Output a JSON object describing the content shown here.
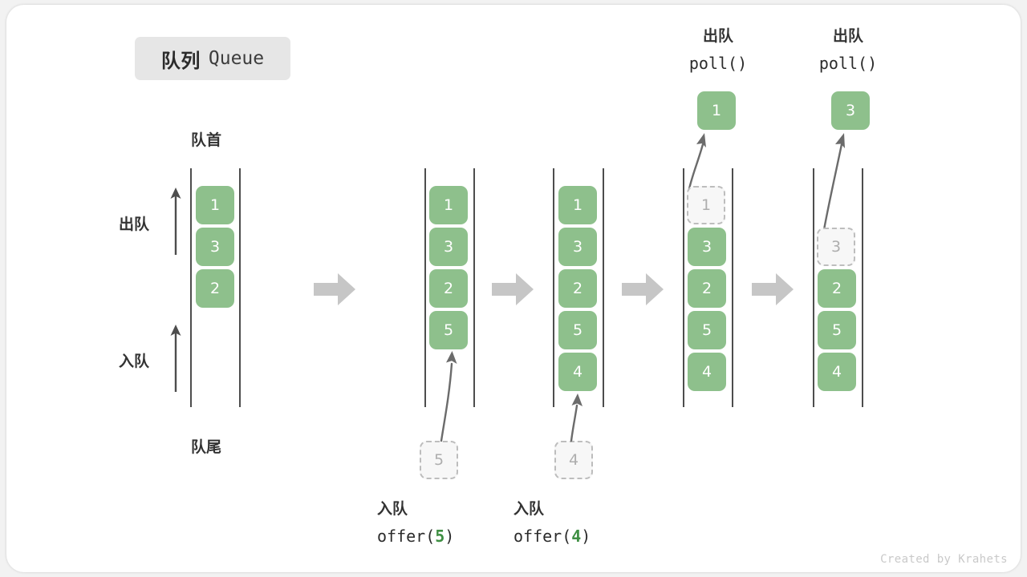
{
  "title": {
    "cn": "队列",
    "en": "Queue"
  },
  "labels": {
    "front": "队首",
    "rear": "队尾",
    "dequeue": "出队",
    "enqueue": "入队"
  },
  "footer": "Created by Krahets",
  "colors": {
    "element": "#8ec08c",
    "ghost_fill": "#f7f7f7",
    "ghost_border": "#bdbdbd",
    "rail": "#4d4d4d",
    "flow_arrow": "#c6c6c6",
    "motion_arrow": "#6b6b6b",
    "accent_text": "#3f8f43",
    "chip_bg": "#e6e6e6"
  },
  "stages": [
    {
      "id": "stage-initial",
      "cells": [
        {
          "value": "1",
          "ghost": false
        },
        {
          "value": "3",
          "ghost": false
        },
        {
          "value": "2",
          "ghost": false
        }
      ],
      "caption_cn": "",
      "caption_code": "",
      "caption_arg": "",
      "incoming": null,
      "popped": null
    },
    {
      "id": "stage-offer-5",
      "cells": [
        {
          "value": "1",
          "ghost": false
        },
        {
          "value": "3",
          "ghost": false
        },
        {
          "value": "2",
          "ghost": false
        },
        {
          "value": "5",
          "ghost": false
        }
      ],
      "caption_cn": "入队",
      "caption_code_open": "offer(",
      "caption_arg": "5",
      "caption_code_close": ")",
      "incoming": "5",
      "popped": null
    },
    {
      "id": "stage-offer-4",
      "cells": [
        {
          "value": "1",
          "ghost": false
        },
        {
          "value": "3",
          "ghost": false
        },
        {
          "value": "2",
          "ghost": false
        },
        {
          "value": "5",
          "ghost": false
        },
        {
          "value": "4",
          "ghost": false
        }
      ],
      "caption_cn": "入队",
      "caption_code_open": "offer(",
      "caption_arg": "4",
      "caption_code_close": ")",
      "incoming": "4",
      "popped": null
    },
    {
      "id": "stage-poll-1",
      "cells": [
        {
          "value": "1",
          "ghost": true
        },
        {
          "value": "3",
          "ghost": false
        },
        {
          "value": "2",
          "ghost": false
        },
        {
          "value": "5",
          "ghost": false
        },
        {
          "value": "4",
          "ghost": false
        }
      ],
      "caption_cn": "出队",
      "caption_code_open": "poll(",
      "caption_arg": "",
      "caption_code_close": ")",
      "incoming": null,
      "popped": "1"
    },
    {
      "id": "stage-poll-3",
      "cells": [
        {
          "value": "3",
          "ghost": true
        },
        {
          "value": "2",
          "ghost": false
        },
        {
          "value": "5",
          "ghost": false
        },
        {
          "value": "4",
          "ghost": false
        }
      ],
      "caption_cn": "出队",
      "caption_code_open": "poll(",
      "caption_arg": "",
      "caption_code_close": ")",
      "incoming": null,
      "popped": "3"
    }
  ]
}
